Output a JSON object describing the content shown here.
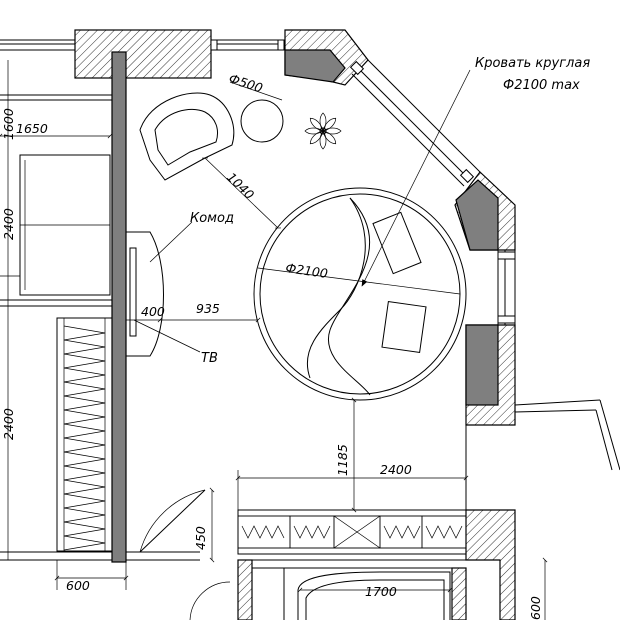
{
  "labels": {
    "bed_title_line1": "Кровать круглая",
    "bed_title_line2": "Ф2100 max",
    "dresser": "Комод",
    "tv": "ТВ"
  },
  "dimensions": {
    "table_diameter": "Ф500",
    "bed_diameter": "Ф2100",
    "armchair_to_bed": "1040",
    "left_room_width": "1650",
    "dresser_depth": "400",
    "dresser_to_bed": "935",
    "bed_to_wardrobe": "1185",
    "wardrobe_length": "2400",
    "door_width": "450",
    "partition_offset": "600",
    "bath_length": "1700",
    "right_bottom": "600",
    "left_vertical_top": "1600",
    "left_vertical_mid": "2400",
    "left_vertical_bottom": "2400"
  },
  "colors": {
    "line": "#000000",
    "column_fill": "#7f7f7f",
    "background": "#ffffff"
  }
}
